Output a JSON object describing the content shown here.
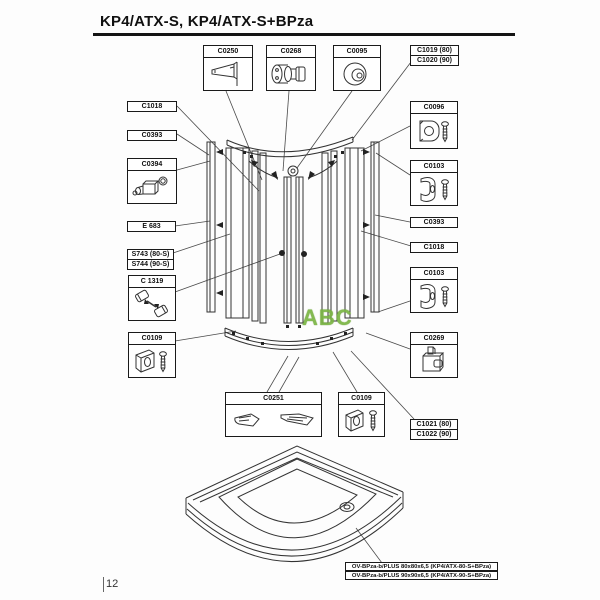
{
  "title": "KP4/ATX-S, KP4/ATX-S+BPza",
  "page_number": "12",
  "watermark": {
    "text": "ABC",
    "color": "#7ab544"
  },
  "colors": {
    "line": "#333333",
    "background": "#fdfdfd",
    "accent_green": "#7ab544"
  },
  "parts": {
    "top": [
      {
        "id": "C0250",
        "icon": "glass-clamp-icon"
      },
      {
        "id": "C0268",
        "icon": "double-roller-icon"
      },
      {
        "id": "C0095",
        "icon": "roller-wheel-icon"
      }
    ],
    "left": [
      {
        "id": "C1018"
      },
      {
        "id": "C0393"
      },
      {
        "id": "C0394",
        "icon": "adjuster-clamp-icon"
      },
      {
        "id": "E 683"
      },
      {
        "id": "S743 (80-S)",
        "id2": "S744 (90-S)"
      },
      {
        "id": "C 1319",
        "icon": "magnet-pair-icon"
      },
      {
        "id": "C0109",
        "icon": "corner-bracket-screw-icon"
      }
    ],
    "right": [
      {
        "id": "C1019 (80)",
        "id2": "C1020 (90)"
      },
      {
        "id": "C0096",
        "icon": "wall-bracket-screw-icon"
      },
      {
        "id": "C0103",
        "icon": "hinge-bracket-screw-icon"
      },
      {
        "id": "C0393"
      },
      {
        "id": "C1018"
      },
      {
        "id": "C0103",
        "icon": "hinge-bracket-screw-icon"
      },
      {
        "id": "C0269",
        "icon": "guide-block-icon"
      },
      {
        "id": "C1021 (80)",
        "id2": "C1022 (90)"
      }
    ],
    "bottom": [
      {
        "id": "C0251",
        "icon": "seal-profiles-icon"
      },
      {
        "id": "C0109",
        "icon": "corner-bracket-screw-icon"
      }
    ],
    "tray": [
      {
        "id": "OV-BPza-b/PLUS 80x80x6,5 (KP4/ATX-80-S+BPza)"
      },
      {
        "id": "OV-BPza-b/PLUS 90x90x6,5 (KP4/ATX-90-S+BPza)"
      }
    ]
  }
}
